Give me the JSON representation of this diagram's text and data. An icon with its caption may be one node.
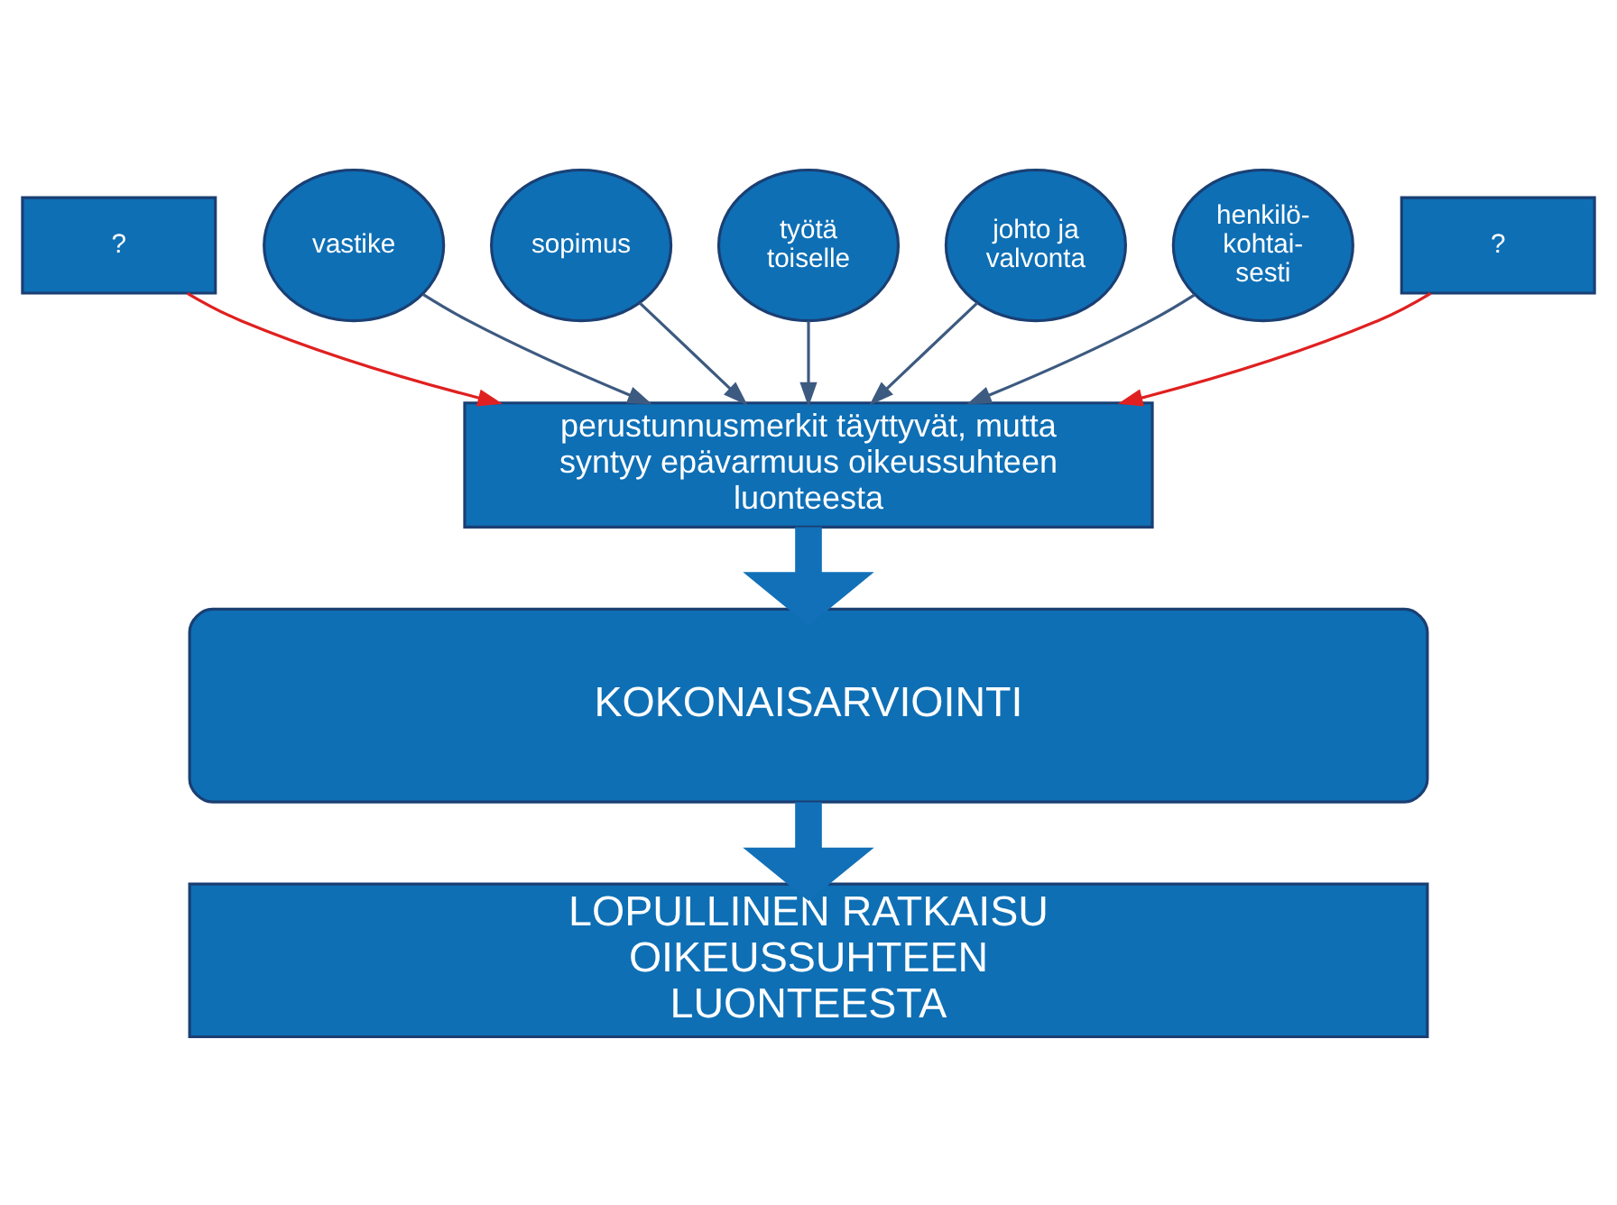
{
  "diagram": {
    "nodes": [
      {
        "text": [
          "vastike"
        ]
      },
      {
        "text": [
          "sopimus"
        ]
      },
      {
        "text": [
          "työtä toiselle"
        ]
      },
      {
        "text": [
          "johto ja valvonta"
        ]
      },
      {
        "text": [
          "henkilö- kohtai- sesti"
        ]
      },
      {
        "text": [
          "?"
        ]
      },
      {
        "text": [
          "?"
        ]
      },
      {
        "text": [
          "perustunnusmerkit täyttyvät, mutta syntyy epävarmuus oikeussuhteen luonteesta"
        ]
      },
      {
        "text": [
          "KOKONAISARVIOINTI"
        ]
      },
      {
        "text": [
          "LOPULLINEN RATKAISU OIKEUSSUHTEEN LUONTEESTA"
        ]
      }
    ],
    "edges": [
      {
        "from": 0,
        "to": 7,
        "arrow": "to"
      },
      {
        "from": 1,
        "to": 7,
        "arrow": "to"
      },
      {
        "from": 2,
        "to": 7,
        "arrow": "to"
      },
      {
        "from": 3,
        "to": 7,
        "arrow": "to"
      },
      {
        "from": 4,
        "to": 7,
        "arrow": "to"
      },
      {
        "from": 5,
        "to": 7,
        "arrow": "to",
        "color": "#e02020"
      },
      {
        "from": 6,
        "to": 7,
        "arrow": "to",
        "color": "#e02020"
      },
      {
        "from": 7,
        "to": 8,
        "arrow": "to",
        "style": "thick",
        "color": "#1170b8"
      },
      {
        "from": 8,
        "to": 9,
        "arrow": "to",
        "style": "thick",
        "color": "#1170b8"
      }
    ]
  }
}
